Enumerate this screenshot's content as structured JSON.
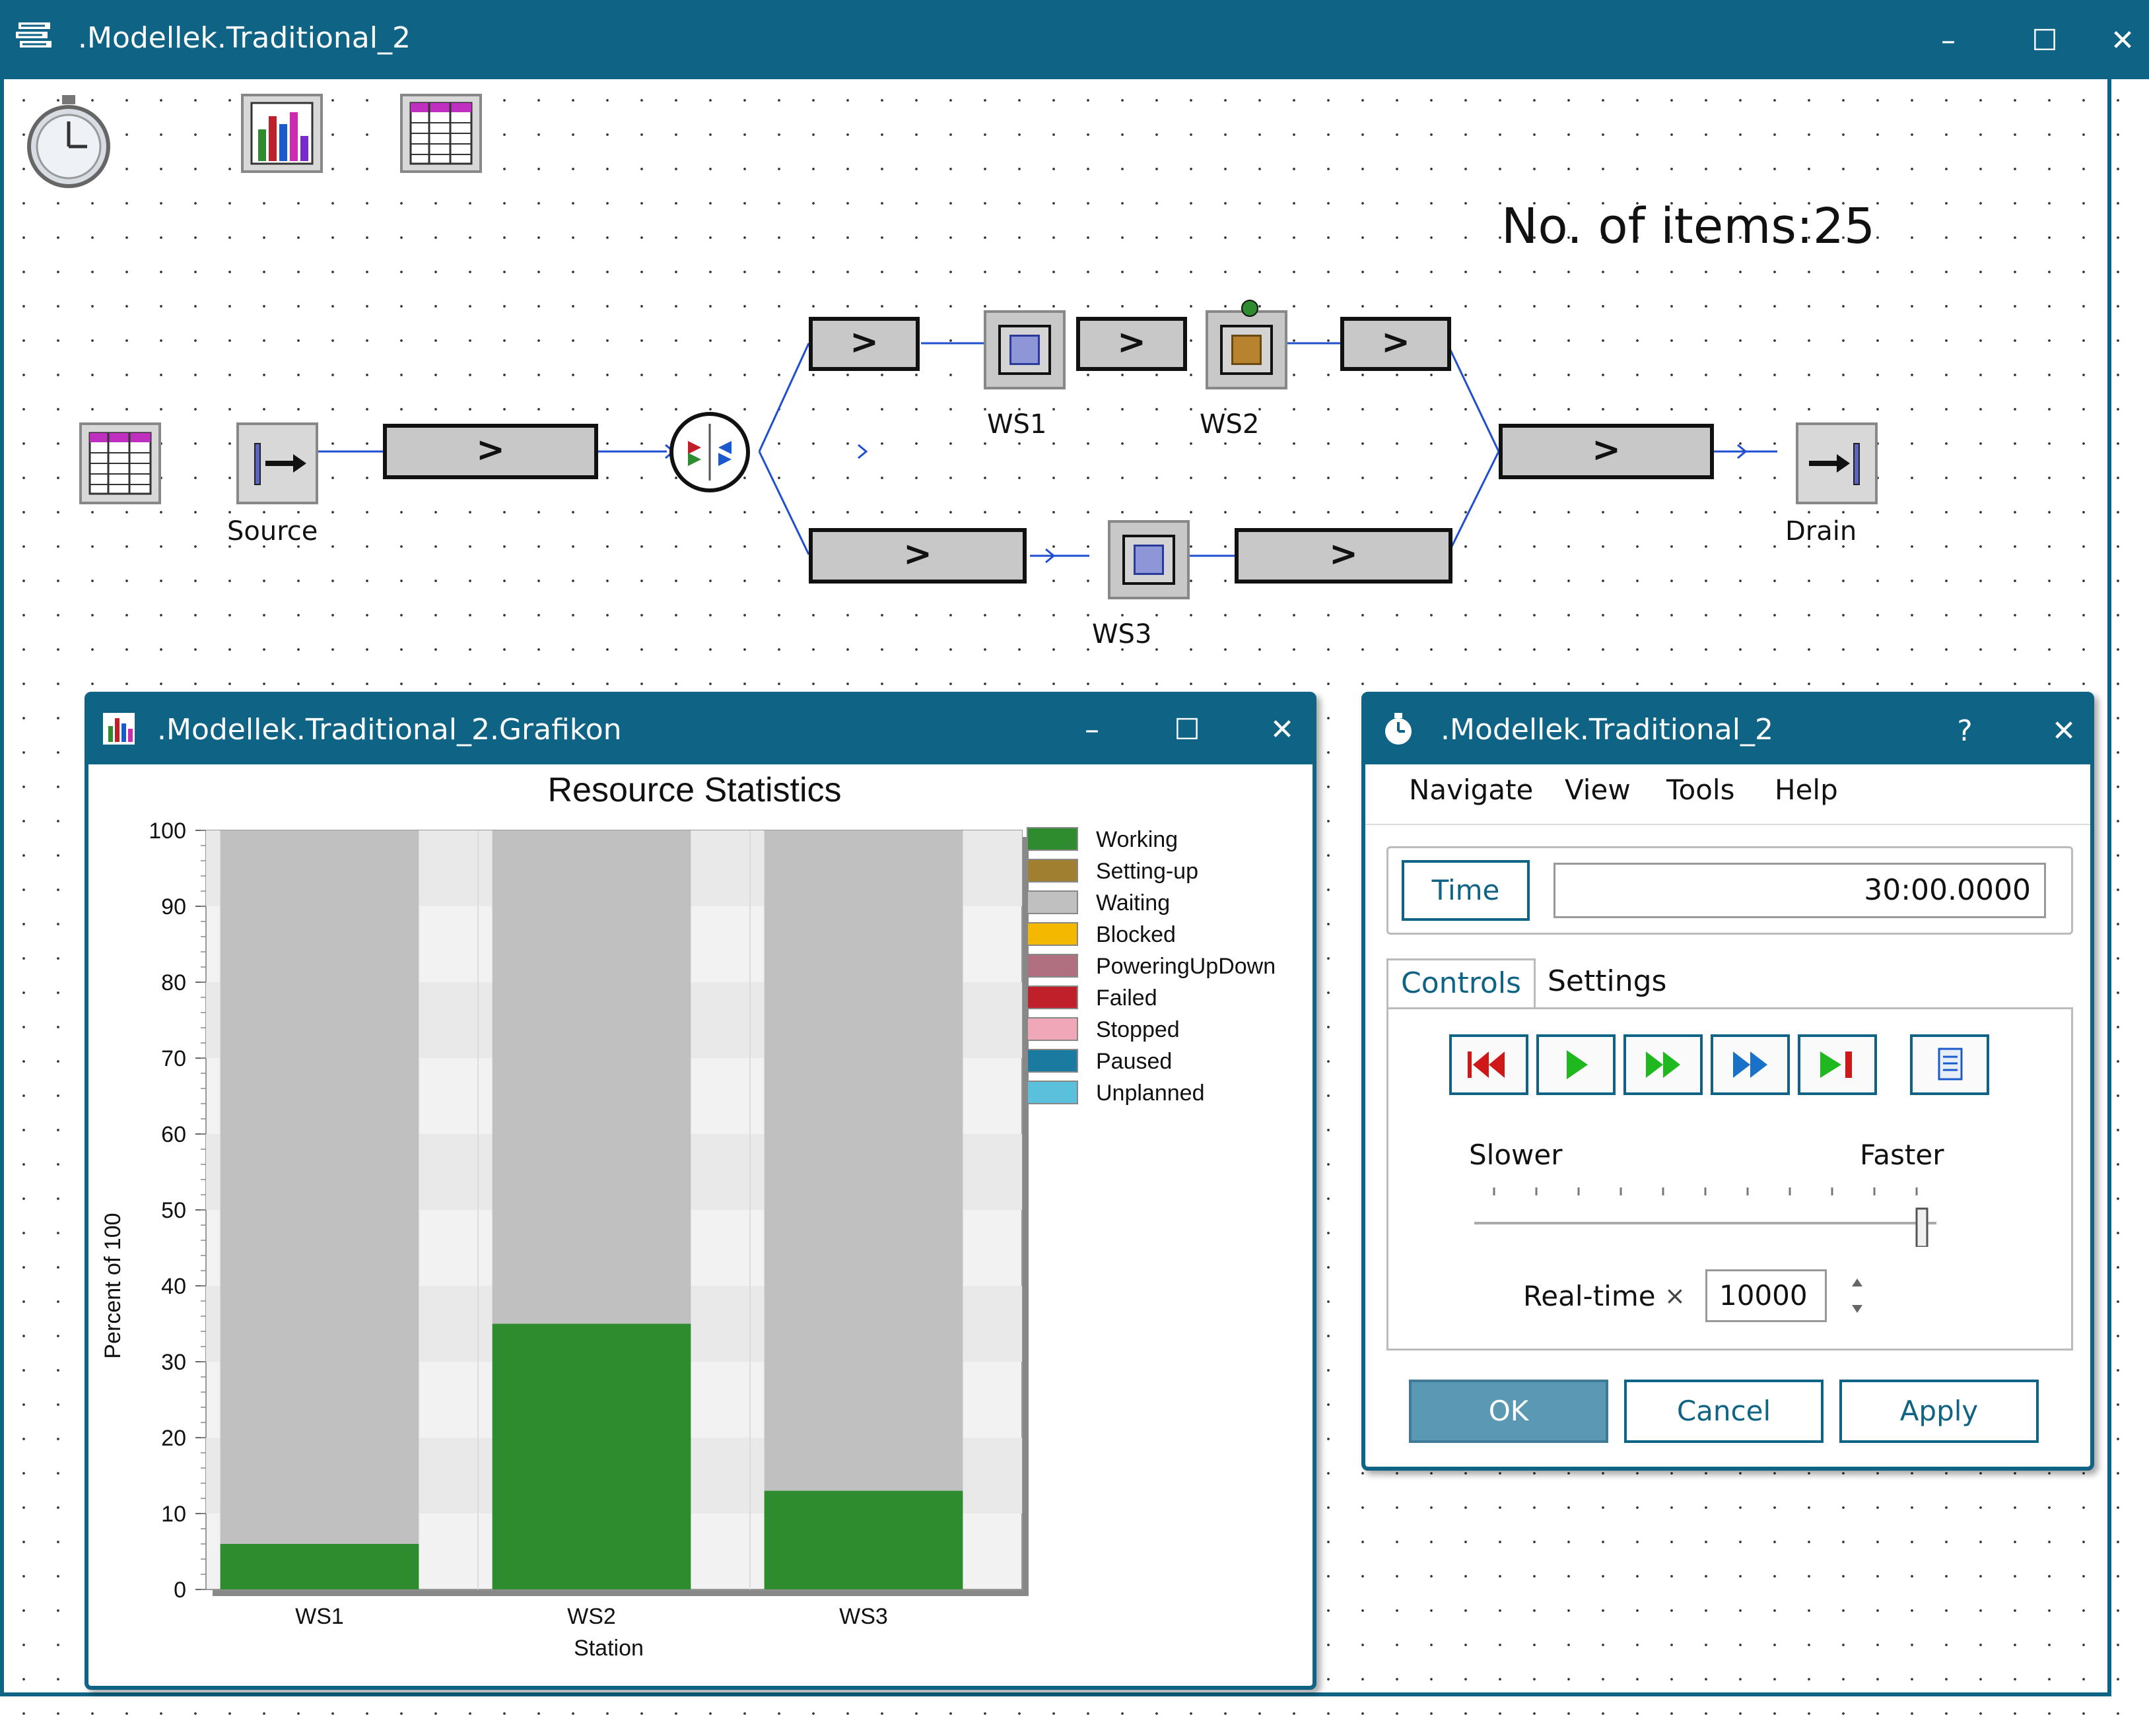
{
  "main_window": {
    "title": ".Modellek.Traditional_2",
    "minimize": "–",
    "maximize": "☐",
    "close": "✕"
  },
  "model": {
    "item_count_text": "No. of items:25",
    "labels": {
      "source": "Source",
      "drain": "Drain",
      "ws1": "WS1",
      "ws2": "WS2",
      "ws3": "WS3"
    },
    "conveyor_glyph": ">"
  },
  "chart_window": {
    "title": ".Modellek.Traditional_2.Grafikon",
    "minimize": "–",
    "maximize": "☐",
    "close": "✕"
  },
  "chart_data": {
    "type": "bar",
    "stacked": true,
    "title": "Resource Statistics",
    "xlabel": "Station",
    "ylabel": "Percent of 100",
    "categories": [
      "WS1",
      "WS2",
      "WS3"
    ],
    "ylim": [
      0,
      100
    ],
    "yticks": [
      "0",
      "10",
      "20",
      "30",
      "40",
      "50",
      "60",
      "70",
      "80",
      "90",
      "100"
    ],
    "series": [
      {
        "name": "Working",
        "color": "#2e8b2e",
        "values": [
          6,
          35,
          13
        ]
      },
      {
        "name": "Setting-up",
        "color": "#a08030",
        "values": [
          0,
          0,
          0
        ]
      },
      {
        "name": "Waiting",
        "color": "#c0c0c0",
        "values": [
          94,
          65,
          87
        ]
      },
      {
        "name": "Blocked",
        "color": "#f5b800",
        "values": [
          0,
          0,
          0
        ]
      },
      {
        "name": "PoweringUpDown",
        "color": "#b07080",
        "values": [
          0,
          0,
          0
        ]
      },
      {
        "name": "Failed",
        "color": "#c0202a",
        "values": [
          0,
          0,
          0
        ]
      },
      {
        "name": "Stopped",
        "color": "#f0a8b8",
        "values": [
          0,
          0,
          0
        ]
      },
      {
        "name": "Paused",
        "color": "#1a7aa0",
        "values": [
          0,
          0,
          0
        ]
      },
      {
        "name": "Unplanned",
        "color": "#5ac0dc",
        "values": [
          0,
          0,
          0
        ]
      }
    ],
    "legend_position": "right"
  },
  "event_window": {
    "title": ".Modellek.Traditional_2",
    "help": "?",
    "close": "✕",
    "menu": [
      "Navigate",
      "View",
      "Tools",
      "Help"
    ],
    "time_button": "Time",
    "time_value": "30:00.0000",
    "tabs": [
      "Controls",
      "Settings"
    ],
    "active_tab": "Controls",
    "speed_slower": "Slower",
    "speed_faster": "Faster",
    "speed_level": 1.0,
    "realtime_label": "Real-time",
    "realtime_x": "×",
    "realtime_value": "10000",
    "ok": "OK",
    "cancel": "Cancel",
    "apply": "Apply",
    "control_icons": [
      "reset-icon",
      "start-icon",
      "fast-forward-icon",
      "step-icon",
      "end-icon",
      "event-list-icon"
    ]
  }
}
